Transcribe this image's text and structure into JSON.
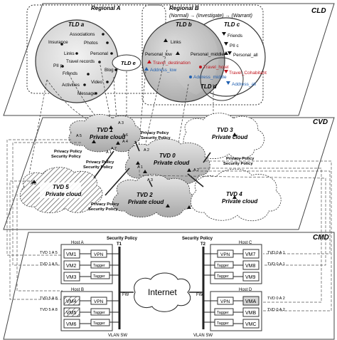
{
  "layers": {
    "cld": "CLD",
    "cvd": "CVD",
    "cmd": "CMD"
  },
  "regions": {
    "a": "Regional A",
    "b": "Regional B",
    "b_flow": "(Normal) → (Investigate) → (Warrant)"
  },
  "tlds": {
    "a": {
      "label": "TLD a",
      "items": [
        "Associations",
        "Insurance",
        "Photos",
        "Links",
        "Personal",
        "Travel records",
        "PII p",
        "Friends",
        "Blog",
        "Activities",
        "Video",
        "Message"
      ]
    },
    "b": {
      "label": "TLD b",
      "items": [
        "Links",
        "Personal_low",
        "Personal_middle"
      ]
    },
    "c": {
      "label": "TLD c",
      "items": [
        "Friends",
        "PII c",
        "Personal_all"
      ]
    },
    "d": {
      "label": "TLD d"
    },
    "e": {
      "label": "TLD e",
      "items": [
        "Travel_destination",
        "Address_low"
      ]
    },
    "overlap": {
      "items": [
        "Travel_hotel",
        "Travel_Cohabitant",
        "Address_middle",
        "Address_all"
      ]
    }
  },
  "clouds": {
    "tvd0": {
      "name": "TVD 0",
      "sub": "Private cloud"
    },
    "tvd1": {
      "name": "TVD 1",
      "sub": "Private cloud"
    },
    "tvd2": {
      "name": "TVD 2",
      "sub": "Private  cloud"
    },
    "tvd3": {
      "name": "TVD 3",
      "sub": "Private cloud"
    },
    "tvd4": {
      "name": "TVD 4",
      "sub": "Private cloud"
    },
    "tvd5": {
      "name": "TVD 5",
      "sub": "Private cloud"
    }
  },
  "vertex_labels": [
    "A 1",
    "A 2",
    "A 3",
    "A 4",
    "A 5",
    "A 6",
    "A 7",
    "A 8",
    "A 3",
    "A 1",
    "A 2"
  ],
  "policy_line1": "Privacy Policy",
  "policy_line2": "Security Policy",
  "cmd": {
    "security_policy": "Security Policy",
    "t1": "T1",
    "t2": "T2",
    "fw": "FW",
    "internet": "Internet",
    "vlan_sw": "VLAN SW",
    "hosts": {
      "a": {
        "label": "Host A",
        "vms": [
          "VM1",
          "VM2",
          "VM3"
        ],
        "vpn": "VPN",
        "tagger": "Tagger"
      },
      "b": {
        "label": "Host B",
        "vms": [
          "VM4",
          "VM5",
          "VM6"
        ],
        "vpn": "VPN",
        "tagger": "Tagger"
      },
      "c": {
        "label": "Host C",
        "vms": [
          "VM7",
          "VM8",
          "VM9"
        ],
        "vpn": "VPN",
        "tagger": "Tagger"
      },
      "d": {
        "label": "Host D",
        "vms": [
          "VMA",
          "VMB",
          "VMC"
        ],
        "vpn": "VPN",
        "tagger": "Tagger"
      }
    },
    "left_labels": [
      "TVD 1 A 5",
      "TVD 1 A 5",
      "TVD 5 A 8",
      "TVD 5 A 8"
    ],
    "right_labels": [
      "TVD 0 A 1",
      "TVD 0 A 1",
      "TVD 0 A 2",
      "TVD 0 A 2"
    ]
  },
  "colors": {
    "red": "#c0141c",
    "blue": "#1f5fb0",
    "gray_cloud": "#bdbdbd"
  }
}
